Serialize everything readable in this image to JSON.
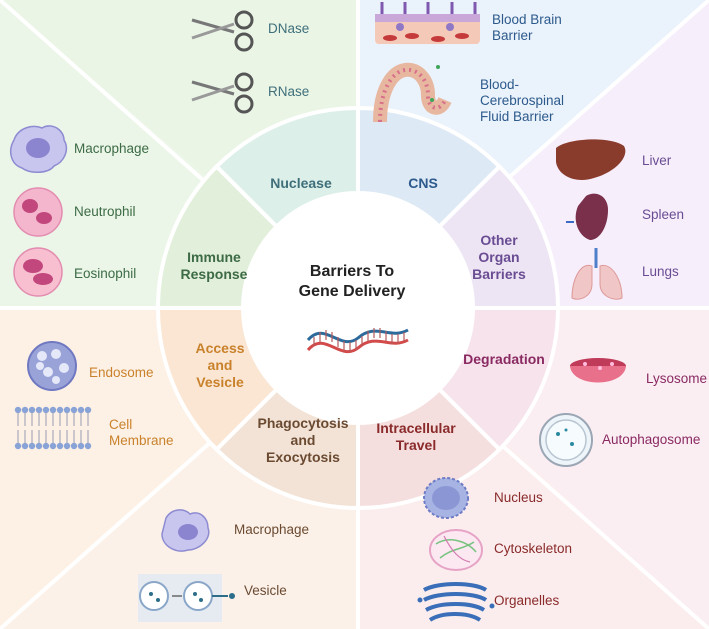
{
  "center": {
    "title_line1": "Barriers To",
    "title_line2": "Gene Delivery"
  },
  "segments": {
    "nuclease": "Nuclease",
    "cns": "CNS",
    "immune": [
      "Immune",
      "Response"
    ],
    "other_organ": [
      "Other",
      "Organ",
      "Barriers"
    ],
    "access": [
      "Access",
      "and",
      "Vesicle"
    ],
    "degradation": "Degradation",
    "phagocytosis": [
      "Phagocytosis",
      "and",
      "Exocytosis"
    ],
    "intracellular": [
      "Intracellular",
      "Travel"
    ]
  },
  "nuclease_items": [
    "DNase",
    "RNase"
  ],
  "cns_items": {
    "bbb": [
      "Blood Brain",
      "Barrier"
    ],
    "bcsf": [
      "Blood-",
      "Cerebrospinal",
      "Fluid Barrier"
    ]
  },
  "immune_items": [
    "Macrophage",
    "Neutrophil",
    "Eosinophil"
  ],
  "organ_items": [
    "Liver",
    "Spleen",
    "Lungs"
  ],
  "access_items": {
    "endosome": "Endosome",
    "membrane": [
      "Cell",
      "Membrane"
    ]
  },
  "degradation_items": [
    "Lysosome",
    "Autophagosome"
  ],
  "phago_items": [
    "Macrophage",
    "Vesicle"
  ],
  "intracellular_items": [
    "Nucleus",
    "Cytoskeleton",
    "Organelles"
  ],
  "colors": {
    "nuclease": "#dcefe9",
    "cns": "#dde9f5",
    "immune": "#e2efdb",
    "organ": "#ede5f4",
    "access": "#fbe6d4",
    "degradation": "#f7e3ec",
    "phago": "#f2e3d6",
    "intracellular": "#f5dede"
  }
}
